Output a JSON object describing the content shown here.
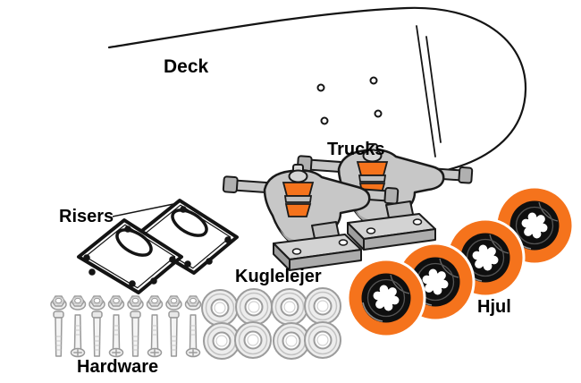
{
  "title": "Skateboard parts diagram",
  "labels": {
    "deck": "Deck",
    "trucks": "Trucks",
    "risers": "Risers",
    "bearings": "Kuglelejer",
    "wheels": "Hjul",
    "hardware": "Hardware"
  },
  "colors": {
    "background": "#ffffff",
    "outline": "#141414",
    "orange": "#f5731c",
    "truck_gray": "#c7c7c7",
    "bearing_gray": "#ededed",
    "hardware_gray": "#f4f4f4"
  },
  "counts": {
    "decks": 1,
    "trucks": 2,
    "risers": 2,
    "wheels": 4,
    "bearings": 8,
    "nuts": 8,
    "bolts": 8,
    "deck_holes": 4
  }
}
